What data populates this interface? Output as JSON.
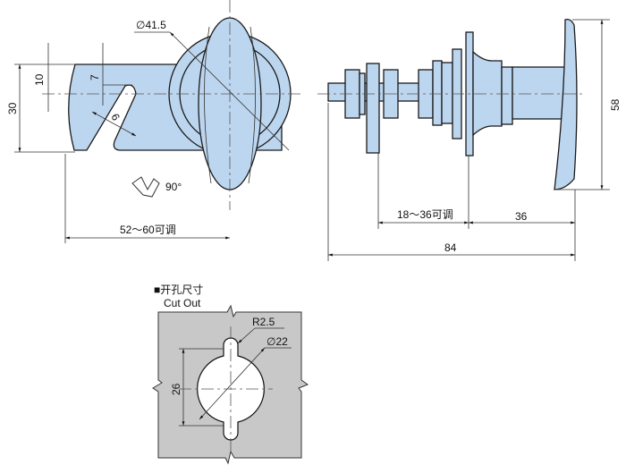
{
  "front_view": {
    "diameter_label": "∅41.5",
    "height_label": "30",
    "offset_label": "10",
    "slot_depth_label": "7",
    "slot_width_label": "6",
    "rotation_label": "90°",
    "length_label": "52～60可调"
  },
  "side_view": {
    "grip_range_label": "18～36可调",
    "handle_length_label": "36",
    "total_length_label": "84",
    "handle_height_label": "58"
  },
  "cutout": {
    "title_cn": "■开孔尺寸",
    "title_en": "Cut Out",
    "radius_label": "R2.5",
    "diameter_label": "∅22",
    "height_label": "26"
  },
  "colors": {
    "part_fill": "#bdd6ef",
    "panel_fill": "#c8c8c8"
  }
}
